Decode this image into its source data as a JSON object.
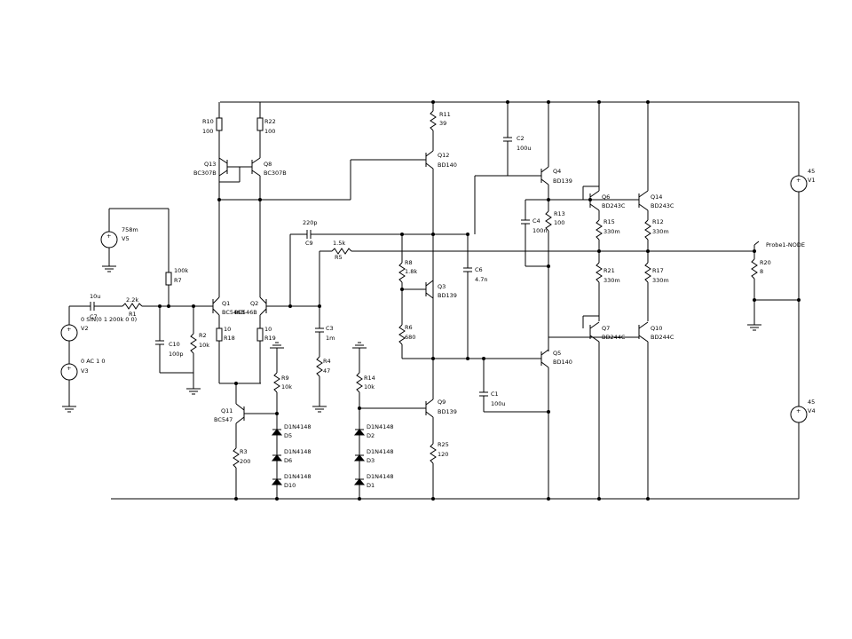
{
  "line_color": "#000000",
  "background": "#ffffff",
  "components": {
    "r10": {
      "ref": "R10",
      "value": "100"
    },
    "r22": {
      "ref": "R22",
      "value": "100"
    },
    "q13": {
      "ref": "Q13",
      "value": "BC307B"
    },
    "q8": {
      "ref": "Q8",
      "value": "BC307B"
    },
    "r11": {
      "ref": "R11",
      "value": "39"
    },
    "q12": {
      "ref": "Q12",
      "value": "BD140"
    },
    "c2": {
      "ref": "C2",
      "value": "100u"
    },
    "q4": {
      "ref": "Q4",
      "value": "BD139"
    },
    "q6": {
      "ref": "Q6",
      "value": "BD243C"
    },
    "q14": {
      "ref": "Q14",
      "value": "BD243C"
    },
    "r13": {
      "ref": "R13",
      "value": "100"
    },
    "c4": {
      "ref": "C4",
      "value": "100n"
    },
    "r15": {
      "ref": "R15",
      "value": "330m"
    },
    "r12": {
      "ref": "R12",
      "value": "330m"
    },
    "v5": {
      "ref": "V5",
      "value": "758m"
    },
    "c9": {
      "ref": "C9",
      "value": "220p"
    },
    "r5": {
      "ref": "R5",
      "value": "1.5k"
    },
    "probe": {
      "label": "Probe1-NODE"
    },
    "r7": {
      "ref": "R7",
      "value": "100k"
    },
    "r8": {
      "ref": "R8",
      "value": "1.8k"
    },
    "c6": {
      "ref": "C6",
      "value": "4.7n"
    },
    "r21": {
      "ref": "R21",
      "value": "330m"
    },
    "r17": {
      "ref": "R17",
      "value": "330m"
    },
    "r20": {
      "ref": "R20",
      "value": "8"
    },
    "v1": {
      "ref": "V1",
      "value": "45"
    },
    "c7": {
      "ref": "C7",
      "value": "10u"
    },
    "r1": {
      "ref": "R1",
      "value": "2.2k"
    },
    "q1": {
      "ref": "Q1",
      "value": "BC546B"
    },
    "q2": {
      "ref": "Q2",
      "value": "BC546B"
    },
    "q3": {
      "ref": "Q3",
      "value": "BD139"
    },
    "v2": {
      "ref": "V2",
      "value": "0 SIN(0 1 200k 0 0)"
    },
    "r18": {
      "ref": "R18",
      "value": "10"
    },
    "r19": {
      "ref": "R19",
      "value": "10"
    },
    "c3": {
      "ref": "C3",
      "value": "1m"
    },
    "c10": {
      "ref": "C10",
      "value": "100p"
    },
    "r2": {
      "ref": "R2",
      "value": "10k"
    },
    "r6": {
      "ref": "R6",
      "value": "680"
    },
    "q7": {
      "ref": "Q7",
      "value": "BD244C"
    },
    "q10": {
      "ref": "Q10",
      "value": "BD244C"
    },
    "r4": {
      "ref": "R4",
      "value": "47"
    },
    "v3": {
      "ref": "V3",
      "value": "0 AC 1 0"
    },
    "q5": {
      "ref": "Q5",
      "value": "BD140"
    },
    "r9": {
      "ref": "R9",
      "value": "10k"
    },
    "r14": {
      "ref": "R14",
      "value": "10k"
    },
    "c1": {
      "ref": "C1",
      "value": "100u"
    },
    "q11": {
      "ref": "Q11",
      "value": "BC547"
    },
    "q9": {
      "ref": "Q9",
      "value": "BD139"
    },
    "d5": {
      "ref": "D5",
      "value": "D1N4148"
    },
    "d2": {
      "ref": "D2",
      "value": "D1N4148"
    },
    "r3": {
      "ref": "R3",
      "value": "200"
    },
    "d6": {
      "ref": "D6",
      "value": "D1N4148"
    },
    "d3": {
      "ref": "D3",
      "value": "D1N4148"
    },
    "r25": {
      "ref": "R25",
      "value": "120"
    },
    "d10": {
      "ref": "D10",
      "value": "D1N4148"
    },
    "d1": {
      "ref": "D1",
      "value": "D1N4148"
    },
    "v4": {
      "ref": "V4",
      "value": "45"
    }
  }
}
